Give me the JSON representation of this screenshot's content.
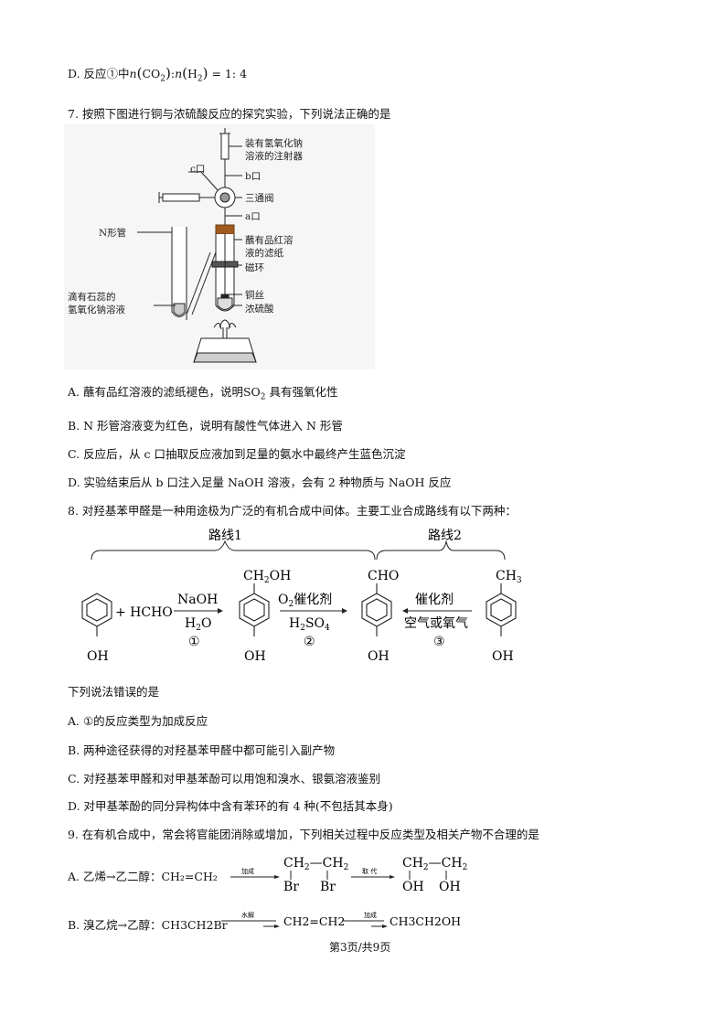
{
  "q6": {
    "option_d_prefix": "D. 反应①中",
    "option_d_formula_n1": "n",
    "option_d_formula_co2": "CO",
    "option_d_formula_co2_sub": "2",
    "option_d_formula_n2": "n",
    "option_d_formula_h2": "H",
    "option_d_formula_h2_sub": "2",
    "option_d_formula_ratio": "= 1: 4"
  },
  "q7": {
    "stem": "7. 按照下图进行铜与浓硫酸反应的探究实验，下列说法正确的是",
    "figure_labels": {
      "syringe_top": "装有氢氧化钠",
      "syringe_top_2": "溶液的注射器",
      "c_port": "c口",
      "b_port": "b口",
      "three_way_valve": "三通阀",
      "a_port": "a口",
      "n_tube": "N形管",
      "filter_paper_1": "蘸有品红溶",
      "filter_paper_2": "液的滤纸",
      "magnet_ring": "磁环",
      "copper_wire": "铜丝",
      "conc_acid": "浓硫酸",
      "litmus_1": "滴有石蕊的",
      "litmus_2": "氢氧化钠溶液"
    },
    "option_a_1": "A. 蘸有品红溶液的滤纸褪色，说明SO",
    "option_a_sub": "2",
    "option_a_2": " 具有强氧化性",
    "option_b": "B. N 形管溶液变为红色，说明有酸性气体进入 N 形管",
    "option_c": "C. 反应后，从 c 口抽取反应液加到足量的氨水中最终产生蓝色沉淀",
    "option_d": "D. 实验结束后从 b 口注入足量 NaOH 溶液，会有 2 种物质与 NaOH 反应"
  },
  "q8": {
    "stem": "8. 对羟基苯甲醛是一种用途极为广泛的有机合成中间体。主要工业合成路线有以下两种：",
    "route1": "路线1",
    "route2": "路线2",
    "plus_hcho": "+ HCHO",
    "naoh": "NaOH",
    "h2o": "H",
    "h2o_sub": "2",
    "h2o_end": "O",
    "step1": "①",
    "o2_cat": "O",
    "o2_sub": "2",
    "o2_cat_end": "催化剂",
    "h2so4": "H",
    "h2so4_sub": "2",
    "h2so4_mid": "SO",
    "h2so4_sub2": "4",
    "step2": "②",
    "catalyst": "催化剂",
    "air_oxygen": "空气或氧气",
    "step3": "③",
    "ch2oh": "CH",
    "ch2oh_sub": "2",
    "ch2oh_end": "OH",
    "cho": "CHO",
    "ch3": "CH",
    "ch3_sub": "3",
    "oh": "OH",
    "sub_stem": "下列说法错误的是",
    "option_a": "A. ①的反应类型为加成反应",
    "option_b": "B. 两种途径获得的对羟基苯甲醛中都可能引入副产物",
    "option_c": "C. 对羟基苯甲醛和对甲基苯酚可以用饱和溴水、银氨溶液鉴别",
    "option_d": "D. 对甲基苯酚的同分异构体中含有苯环的有 4 种(不包括其本身)"
  },
  "q9": {
    "stem": "9. 在有机合成中，常会将官能团消除或增加，下列相关过程中反应类型及相关产物不合理的是",
    "option_a_label": "A.  乙烯→乙二醇：CH₂=CH₂",
    "addition": "加成",
    "substitution": "取  代",
    "ch2_1": "CH",
    "ch2_sub": "2",
    "dash": "—",
    "br": "Br",
    "oh": "OH",
    "option_b_label": "B.  溴乙烷→乙醇：CH3CH2Br",
    "hydrolysis": "水解",
    "mid_product": "CH2=CH2",
    "addition_b": "加成",
    "product_b": "CH3CH2OH"
  },
  "footer": "第3页/共9页"
}
